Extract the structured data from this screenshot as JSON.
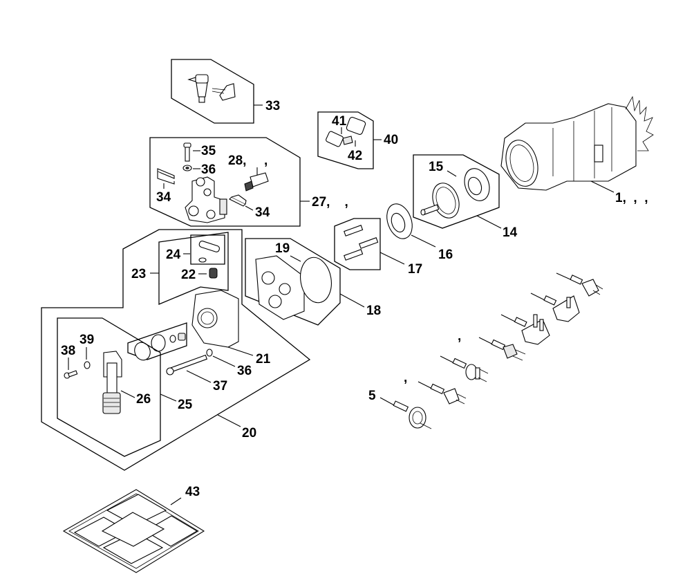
{
  "diagram": {
    "type": "exploded-parts-diagram",
    "background_color": "#ffffff",
    "line_color": "#000000",
    "callouts": [
      {
        "id": "c1",
        "text": "1,  ,  ,",
        "part": "motor-gearbox-assembly"
      },
      {
        "id": "c5",
        "text": "5",
        "part": "power-plug-schuko"
      },
      {
        "id": "c14",
        "text": "14",
        "part": "gear-kit"
      },
      {
        "id": "c15",
        "text": "15",
        "part": "shaft-seal"
      },
      {
        "id": "c16",
        "text": "16",
        "part": "bearing-seal"
      },
      {
        "id": "c17",
        "text": "17",
        "part": "valve-kit"
      },
      {
        "id": "c18",
        "text": "18",
        "part": "cylinder-head-kit"
      },
      {
        "id": "c19",
        "text": "19",
        "part": "o-ring-large"
      },
      {
        "id": "c20",
        "text": "20",
        "part": "pump-head-assembly"
      },
      {
        "id": "c21",
        "text": "21",
        "part": "pump-housing"
      },
      {
        "id": "c22",
        "text": "22",
        "part": "valve-plug"
      },
      {
        "id": "c23",
        "text": "23",
        "part": "housing-kit"
      },
      {
        "id": "c24",
        "text": "24",
        "part": "seal-kit"
      },
      {
        "id": "c25",
        "text": "25",
        "part": "gasket-kit"
      },
      {
        "id": "c26",
        "text": "26",
        "part": "inlet-fitting"
      },
      {
        "id": "c27",
        "text": "27,    ,",
        "part": "unloader-valve-assembly"
      },
      {
        "id": "c28",
        "text": "28,",
        "part": "unloader-piston"
      },
      {
        "id": "c28b",
        "text": ",",
        "part": "unloader-piston-variant"
      },
      {
        "id": "c33",
        "text": "33",
        "part": "outlet-coupling-kit"
      },
      {
        "id": "c34a",
        "text": "34",
        "part": "retaining-clip"
      },
      {
        "id": "c34b",
        "text": "34",
        "part": "retaining-clip"
      },
      {
        "id": "c35",
        "text": "35",
        "part": "screw"
      },
      {
        "id": "c36a",
        "text": "36",
        "part": "washer"
      },
      {
        "id": "c36b",
        "text": "36",
        "part": "washer"
      },
      {
        "id": "c37",
        "text": "37",
        "part": "long-bolt"
      },
      {
        "id": "c38",
        "text": "38",
        "part": "socket-screw"
      },
      {
        "id": "c39",
        "text": "39",
        "part": "washer-small"
      },
      {
        "id": "c40",
        "text": "40",
        "part": "switch-kit"
      },
      {
        "id": "c41",
        "text": "41",
        "part": "switch"
      },
      {
        "id": "c42",
        "text": "42",
        "part": "switch-contact"
      },
      {
        "id": "c43",
        "text": "43",
        "part": "decal-set"
      },
      {
        "id": "cpa",
        "text": ",",
        "part": "plug-variant-a"
      },
      {
        "id": "cpb",
        "text": ",",
        "part": "plug-variant-b"
      }
    ]
  }
}
